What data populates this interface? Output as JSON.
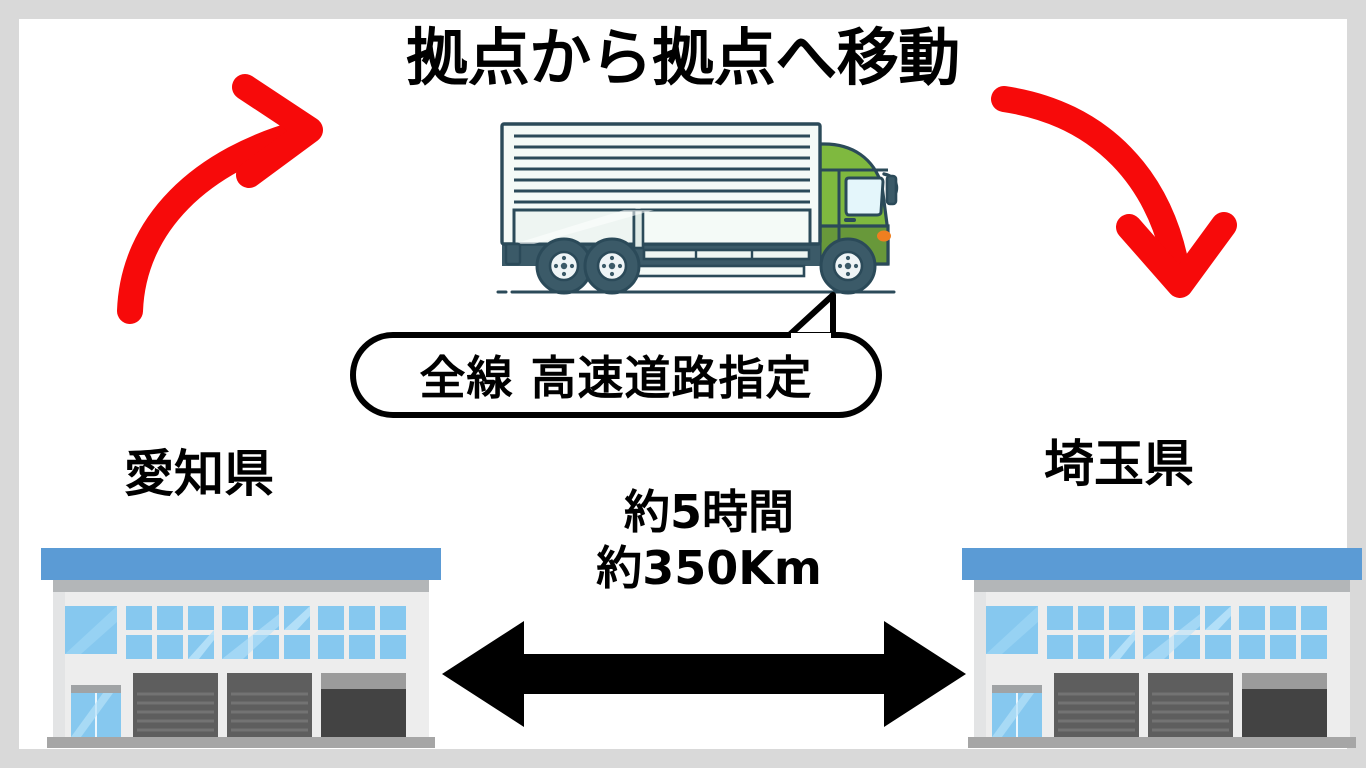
{
  "frame": {
    "border_color": "#d9d9d9",
    "canvas_color": "#ffffff"
  },
  "title": "拠点から拠点へ移動",
  "callout": {
    "text": "全線 高速道路指定",
    "border_color": "#000000",
    "fill_color": "#ffffff"
  },
  "locations": {
    "left": {
      "label": "愛知県",
      "icon": "factory-building"
    },
    "right": {
      "label": "埼玉県",
      "icon": "factory-building"
    }
  },
  "distance": {
    "time": "約5時間",
    "length": "約350Km"
  },
  "arrows": {
    "left_curved": {
      "name": "red-curved-arrow-right",
      "color": "#f70a0a",
      "direction": "up-right"
    },
    "right_curved": {
      "name": "red-curved-arrow-down",
      "color": "#f70a0a",
      "direction": "down-right"
    },
    "double": {
      "name": "black-double-arrow",
      "color": "#000000",
      "direction": "left-right"
    }
  },
  "truck": {
    "name": "delivery-truck-illustration",
    "cab_color": "#7fb93f",
    "cab_shade_color": "#68983a",
    "body_color": "#f4faf7",
    "outline_color": "#2b4a59",
    "window_color": "#e4f6fb",
    "indicator_color": "#ef7f20",
    "wheel_color": "#3b5a68",
    "hub_color": "#eef4f6"
  },
  "building": {
    "name": "warehouse-illustration",
    "roof_color": "#5b9bd5",
    "roof_edge_color": "#b3b6b8",
    "wall_color": "#ededed",
    "wall_shade_color": "#e3e4e5",
    "window_color": "#86c8ef",
    "window_alt_color": "#9ad3f3",
    "shutter_color": "#5e5e5e",
    "shutter_dark_color": "#434343",
    "base_color": "#a6a6a6",
    "door_trim_color": "#a0a3a5"
  }
}
